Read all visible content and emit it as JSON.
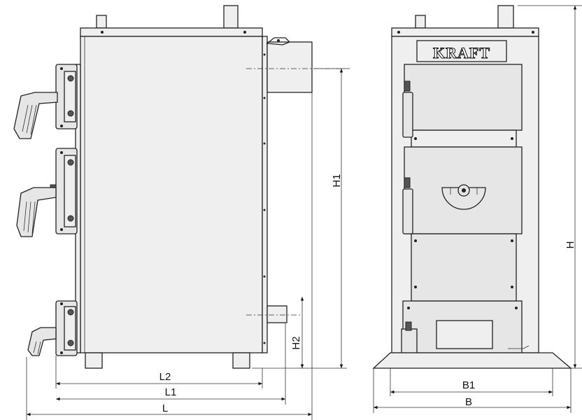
{
  "brand": "KRAFT",
  "dimensions": {
    "L": "L",
    "L1": "L1",
    "L2": "L2",
    "H1": "H1",
    "H2": "H2",
    "H": "H",
    "B": "B",
    "B1": "B1"
  }
}
